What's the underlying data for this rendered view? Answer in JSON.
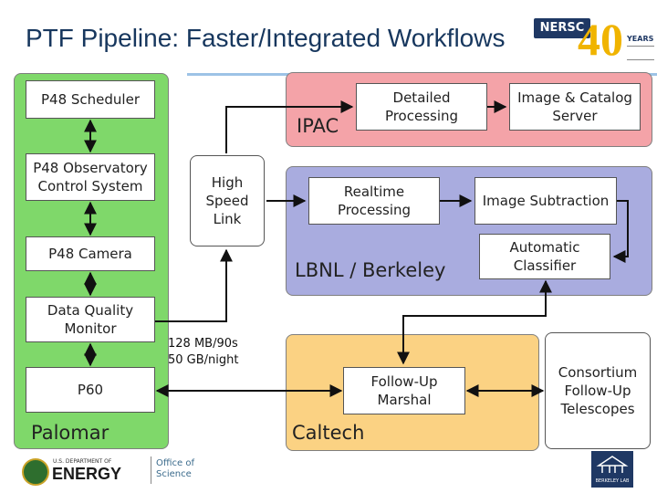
{
  "title": "PTF Pipeline: Faster/Integrated Workflows",
  "logos": {
    "nersc": "NERSC",
    "forty": "40",
    "years": "YEARS",
    "doe_small": "U.S. DEPARTMENT OF",
    "doe_big": "ENERGY",
    "doe_office": "Office of",
    "doe_science": "Science",
    "berkeley": "BERKELEY LAB"
  },
  "colors": {
    "palomar": "#7fd86a",
    "ipac": "#f4a3a8",
    "lbnl": "#a9acdf",
    "caltech": "#fbd283",
    "title": "#17375e"
  },
  "regions": {
    "palomar": "Palomar",
    "ipac": "IPAC",
    "lbnl": "LBNL / Berkeley",
    "caltech": "Caltech"
  },
  "boxes": {
    "scheduler": "P48 Scheduler",
    "observatory": "P48 Observatory Control System",
    "camera": "P48 Camera",
    "dqm": "Data Quality Monitor",
    "p60": "P60",
    "highspeed": "High Speed Link",
    "detailed": "Detailed Processing",
    "catalog": "Image & Catalog Server",
    "realtime": "Realtime Processing",
    "subtraction": "Image Subtraction",
    "classifier": "Automatic Classifier",
    "marshal": "Follow-Up Marshal",
    "consortium": "Consortium Follow-Up Telescopes"
  },
  "rates": {
    "line1": "128 MB/90s",
    "line2": "50 GB/night"
  }
}
